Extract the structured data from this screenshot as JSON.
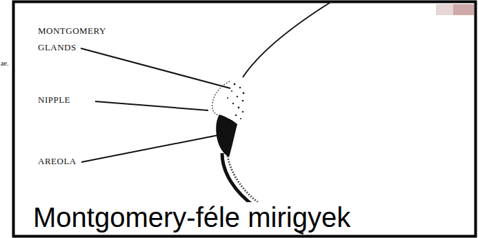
{
  "diagram": {
    "caption": "Montgomery-féle mirigyek",
    "labels": [
      "ae.",
      "MONTGOMERY GLANDS",
      "NIPPLE",
      "AREOLA"
    ]
  }
}
